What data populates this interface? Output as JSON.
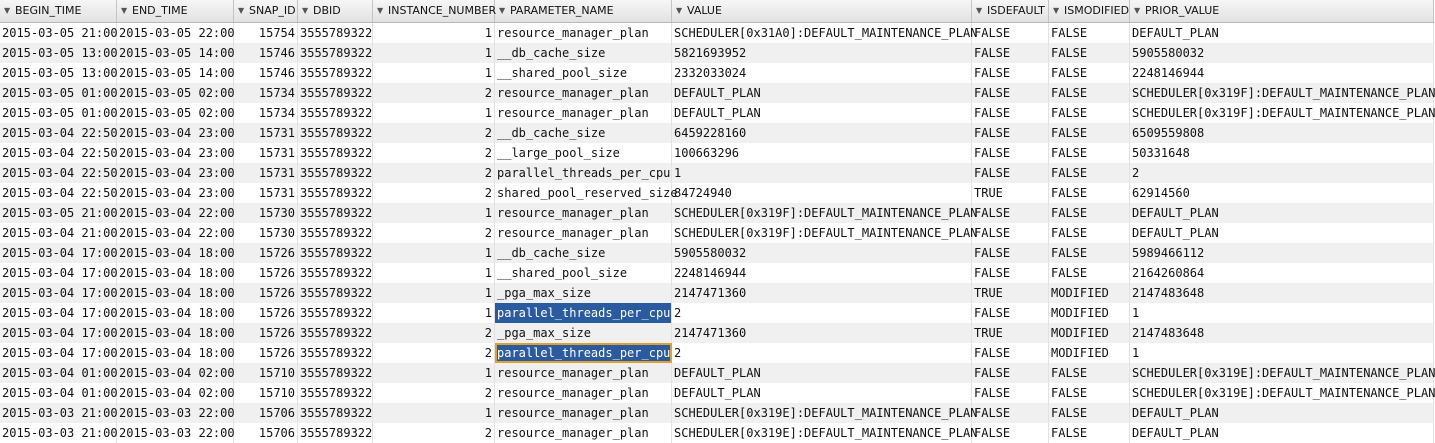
{
  "table": {
    "columns": [
      "BEGIN_TIME",
      "END_TIME",
      "SNAP_ID",
      "DBID",
      "INSTANCE_NUMBER",
      "PARAMETER_NAME",
      "VALUE",
      "ISDEFAULT",
      "ISMODIFIED",
      "PRIOR_VALUE"
    ],
    "selection_color": "#2a5aa0",
    "focus_color": "#e0a12c",
    "rows": [
      [
        "2015-03-05 21:00",
        "2015-03-05 22:00",
        "15754",
        "3555789322",
        "1",
        "resource_manager_plan",
        "SCHEDULER[0x31A0]:DEFAULT_MAINTENANCE_PLAN",
        "FALSE",
        "FALSE",
        "DEFAULT_PLAN"
      ],
      [
        "2015-03-05 13:00",
        "2015-03-05 14:00",
        "15746",
        "3555789322",
        "1",
        "__db_cache_size",
        "5821693952",
        "FALSE",
        "FALSE",
        "5905580032"
      ],
      [
        "2015-03-05 13:00",
        "2015-03-05 14:00",
        "15746",
        "3555789322",
        "1",
        "__shared_pool_size",
        "2332033024",
        "FALSE",
        "FALSE",
        "2248146944"
      ],
      [
        "2015-03-05 01:00",
        "2015-03-05 02:00",
        "15734",
        "3555789322",
        "2",
        "resource_manager_plan",
        "DEFAULT_PLAN",
        "FALSE",
        "FALSE",
        "SCHEDULER[0x319F]:DEFAULT_MAINTENANCE_PLAN"
      ],
      [
        "2015-03-05 01:00",
        "2015-03-05 02:00",
        "15734",
        "3555789322",
        "1",
        "resource_manager_plan",
        "DEFAULT_PLAN",
        "FALSE",
        "FALSE",
        "SCHEDULER[0x319F]:DEFAULT_MAINTENANCE_PLAN"
      ],
      [
        "2015-03-04 22:50",
        "2015-03-04 23:00",
        "15731",
        "3555789322",
        "2",
        "__db_cache_size",
        "6459228160",
        "FALSE",
        "FALSE",
        "6509559808"
      ],
      [
        "2015-03-04 22:50",
        "2015-03-04 23:00",
        "15731",
        "3555789322",
        "2",
        "__large_pool_size",
        "100663296",
        "FALSE",
        "FALSE",
        "50331648"
      ],
      [
        "2015-03-04 22:50",
        "2015-03-04 23:00",
        "15731",
        "3555789322",
        "2",
        "parallel_threads_per_cpu",
        "1",
        "FALSE",
        "FALSE",
        "2"
      ],
      [
        "2015-03-04 22:50",
        "2015-03-04 23:00",
        "15731",
        "3555789322",
        "2",
        "shared_pool_reserved_size",
        "84724940",
        "TRUE",
        "FALSE",
        "62914560"
      ],
      [
        "2015-03-05 21:00",
        "2015-03-04 22:00",
        "15730",
        "3555789322",
        "1",
        "resource_manager_plan",
        "SCHEDULER[0x319F]:DEFAULT_MAINTENANCE_PLAN",
        "FALSE",
        "FALSE",
        "DEFAULT_PLAN"
      ],
      [
        "2015-03-04 21:00",
        "2015-03-04 22:00",
        "15730",
        "3555789322",
        "2",
        "resource_manager_plan",
        "SCHEDULER[0x319F]:DEFAULT_MAINTENANCE_PLAN",
        "FALSE",
        "FALSE",
        "DEFAULT_PLAN"
      ],
      [
        "2015-03-04 17:00",
        "2015-03-04 18:00",
        "15726",
        "3555789322",
        "1",
        "__db_cache_size",
        "5905580032",
        "FALSE",
        "FALSE",
        "5989466112"
      ],
      [
        "2015-03-04 17:00",
        "2015-03-04 18:00",
        "15726",
        "3555789322",
        "1",
        "__shared_pool_size",
        "2248146944",
        "FALSE",
        "FALSE",
        "2164260864"
      ],
      [
        "2015-03-04 17:00",
        "2015-03-04 18:00",
        "15726",
        "3555789322",
        "1",
        "_pga_max_size",
        "2147471360",
        "TRUE",
        "MODIFIED",
        "2147483648"
      ],
      [
        "2015-03-04 17:00",
        "2015-03-04 18:00",
        "15726",
        "3555789322",
        "1",
        "parallel_threads_per_cpu",
        "2",
        "FALSE",
        "MODIFIED",
        "1"
      ],
      [
        "2015-03-04 17:00",
        "2015-03-04 18:00",
        "15726",
        "3555789322",
        "2",
        "_pga_max_size",
        "2147471360",
        "TRUE",
        "MODIFIED",
        "2147483648"
      ],
      [
        "2015-03-04 17:00",
        "2015-03-04 18:00",
        "15726",
        "3555789322",
        "2",
        "parallel_threads_per_cpu",
        "2",
        "FALSE",
        "MODIFIED",
        "1"
      ],
      [
        "2015-03-04 01:00",
        "2015-03-04 02:00",
        "15710",
        "3555789322",
        "1",
        "resource_manager_plan",
        "DEFAULT_PLAN",
        "FALSE",
        "FALSE",
        "SCHEDULER[0x319E]:DEFAULT_MAINTENANCE_PLAN"
      ],
      [
        "2015-03-04 01:00",
        "2015-03-04 02:00",
        "15710",
        "3555789322",
        "2",
        "resource_manager_plan",
        "DEFAULT_PLAN",
        "FALSE",
        "FALSE",
        "SCHEDULER[0x319E]:DEFAULT_MAINTENANCE_PLAN"
      ],
      [
        "2015-03-03 21:00",
        "2015-03-03 22:00",
        "15706",
        "3555789322",
        "1",
        "resource_manager_plan",
        "SCHEDULER[0x319E]:DEFAULT_MAINTENANCE_PLAN",
        "FALSE",
        "FALSE",
        "DEFAULT_PLAN"
      ],
      [
        "2015-03-03 21:00",
        "2015-03-03 22:00",
        "15706",
        "3555789322",
        "2",
        "resource_manager_plan",
        "SCHEDULER[0x319E]:DEFAULT_MAINTENANCE_PLAN",
        "FALSE",
        "FALSE",
        "DEFAULT_PLAN"
      ]
    ]
  }
}
